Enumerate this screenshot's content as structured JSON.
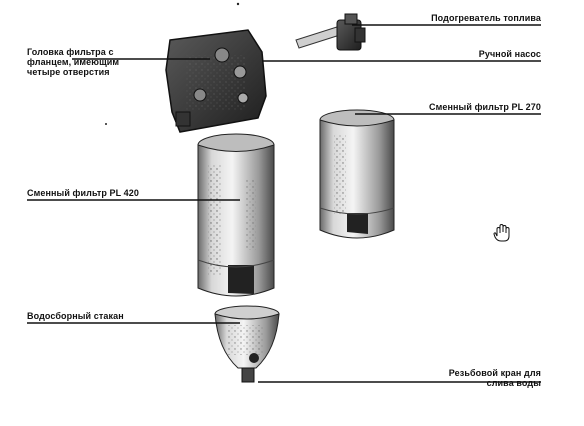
{
  "labels": {
    "fuel_heater": "Подогреватель топлива",
    "filter_head": "Головка фильтра с\nфланцем, имеющим\nчетыре отверстия",
    "hand_pump": "Ручной насос",
    "filter_pl270": "Сменный фильтр PL 270",
    "filter_pl420": "Сменный фильтр PL 420",
    "water_bowl": "Водосборный стакан",
    "drain_valve": "Резьбовой кран для\nслива воды"
  },
  "icons": {
    "cursor": "hand-cursor-icon"
  }
}
